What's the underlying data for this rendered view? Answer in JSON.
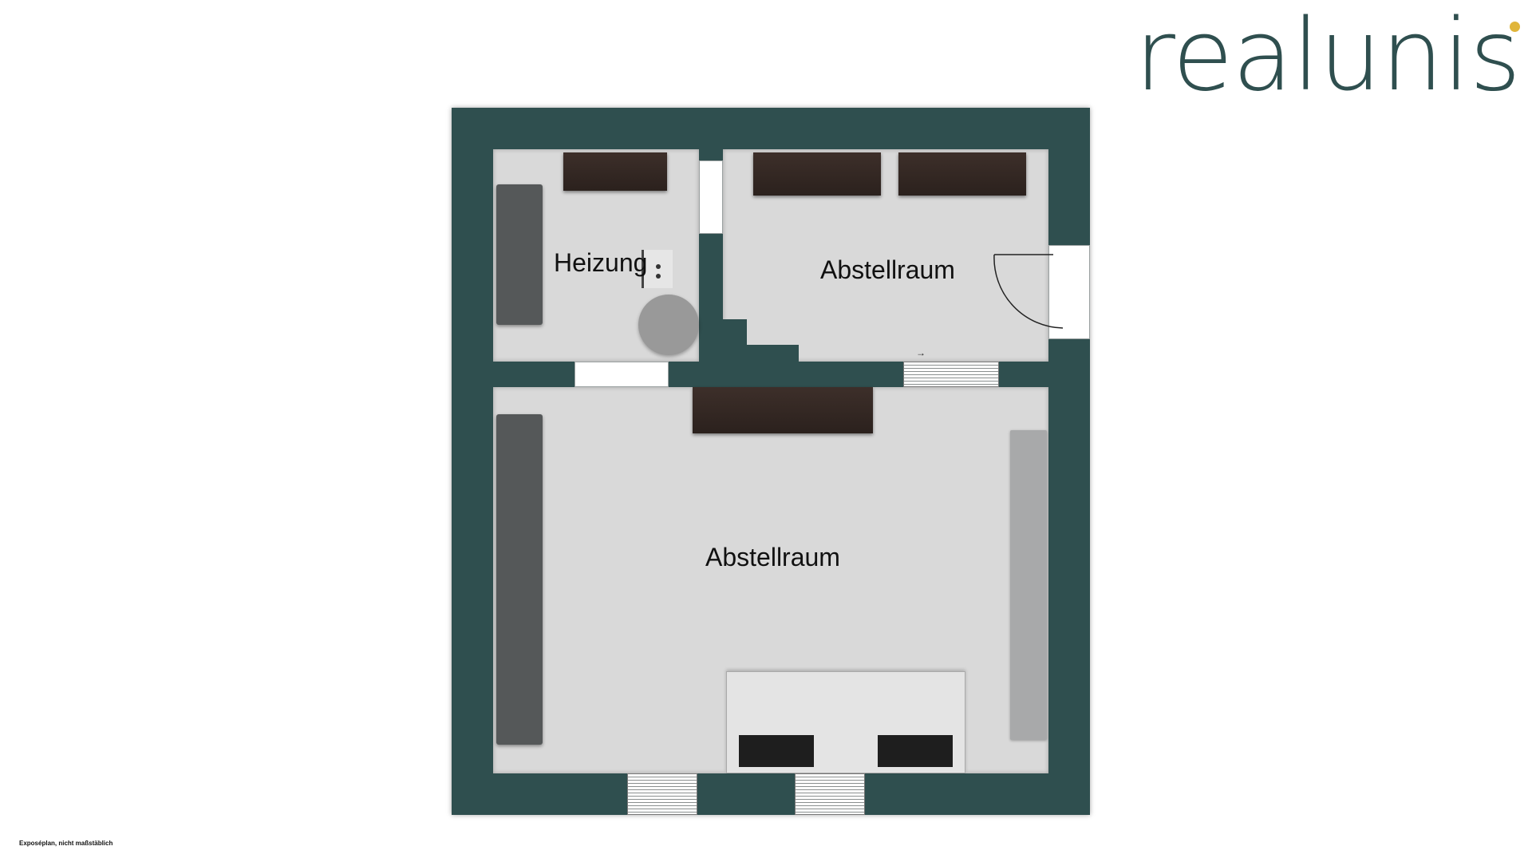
{
  "brand": {
    "name": "realunis",
    "accent_dot_color": "#e0b53a",
    "text_color": "#2f4f4f"
  },
  "colors": {
    "wall": "#2f4f4f",
    "floor": "#d9d9d9",
    "shelf": "#3a2c27",
    "bench": "#555859"
  },
  "rooms": [
    {
      "id": "heizung",
      "label": "Heizung"
    },
    {
      "id": "abstellraum-1",
      "label": "Abstellraum"
    },
    {
      "id": "abstellraum-2",
      "label": "Abstellraum"
    }
  ],
  "footnote": "Exposéplan, nicht maßstäblich"
}
